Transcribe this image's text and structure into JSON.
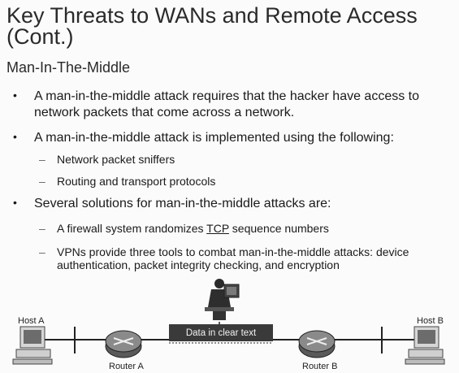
{
  "title": "Key Threats to WANs and Remote Access (Cont.)",
  "subtitle": "Man-In-The-Middle",
  "bullets": [
    {
      "text": "A man-in-the-middle attack requires that the hacker have access to network packets that come across a network.",
      "sub": []
    },
    {
      "text": "A man-in-the-middle attack is implemented using the following:",
      "sub": [
        "Network packet sniffers",
        "Routing and transport protocols"
      ]
    },
    {
      "text": "Several solutions for man-in-the-middle attacks are:",
      "sub": [
        "A firewall system randomizes",
        "TCP",
        "sequence numbers",
        "VPNs provide three tools to combat man-in-the-middle attacks: device authentication, packet integrity checking, and encryption"
      ]
    }
  ],
  "diagram": {
    "host_a": "Host A",
    "host_b": "Host B",
    "router_a": "Router A",
    "router_b": "Router B",
    "banner": "Data in clear text"
  }
}
